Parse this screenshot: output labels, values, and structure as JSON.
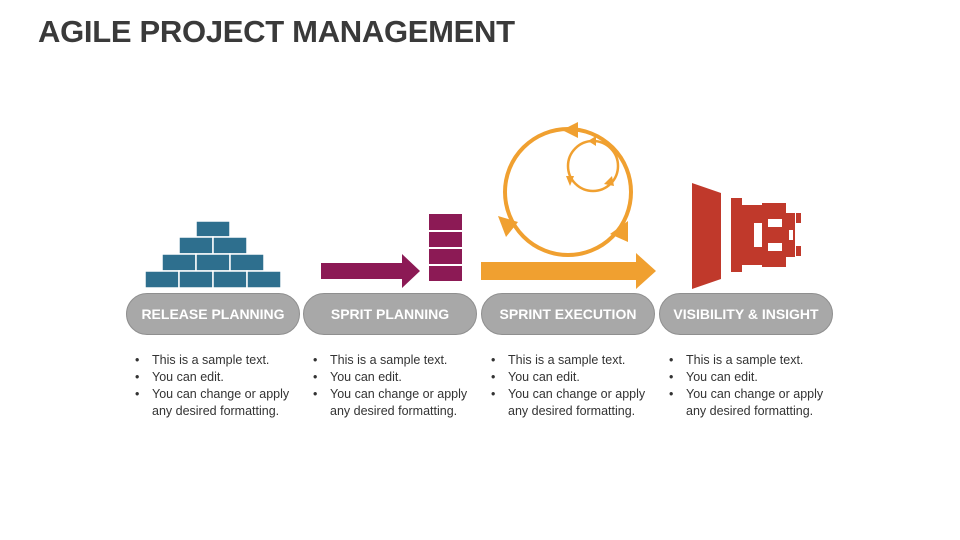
{
  "title": "AGILE PROJECT MANAGEMENT",
  "colors": {
    "release": "#2e6f8e",
    "sprint_planning": "#8c1a55",
    "sprint_execution": "#f0a030",
    "visibility": "#c0392b",
    "pill": "#a8a8a8"
  },
  "stages": [
    {
      "label": "RELEASE PLANNING",
      "icon": "brick-pyramid-icon",
      "bullets": [
        "This is a sample text.",
        "You can edit.",
        "You can change or apply any desired formatting."
      ]
    },
    {
      "label": "SPRIT PLANNING",
      "icon": "arrow-to-stack-icon",
      "bullets": [
        "This is a sample text.",
        "You can edit.",
        "You can change or apply any desired formatting."
      ]
    },
    {
      "label": "SPRINT EXECUTION",
      "icon": "sprint-cycle-icon",
      "bullets": [
        "This is a sample text.",
        "You can edit.",
        "You can change or apply any desired formatting."
      ]
    },
    {
      "label": "VISIBILITY & INSIGHT",
      "icon": "binoculars-icon",
      "bullets": [
        "This is a sample text.",
        "You can edit.",
        "You can change or apply any desired formatting."
      ]
    }
  ]
}
